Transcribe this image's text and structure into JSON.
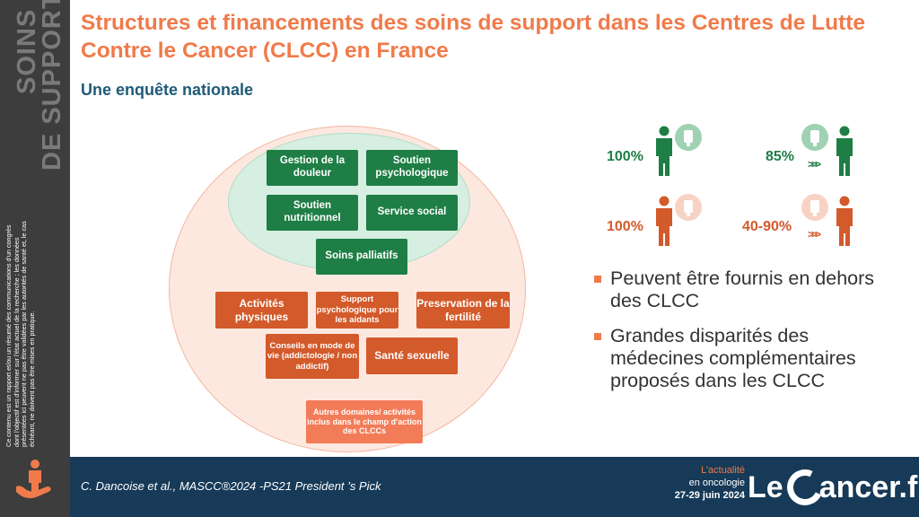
{
  "sidebar": {
    "title_line1": "SOINS",
    "title_line2": "DE SUPPORT",
    "disclaimer": "Ce contenu est un rapport et/ou un résumé des communications d'un congrès dont l'objectif est d'informer sur l'état actuel de la recherche ; les données présentées ici peuvent ne pas être validées par les autorités de santé et, le cas échéant, ne doivent pas être mises en pratique."
  },
  "title": "Structures et financements des soins de support dans les Centres de Lutte Contre le Cancer (CLCC) en France",
  "subtitle": "Une enquête nationale",
  "diagram": {
    "inner_boxes": [
      "Gestion de la douleur",
      "Soutien psychologique",
      "Soutien nutritionnel",
      "Service social",
      "Soins palliatifs"
    ],
    "outer_boxes": [
      "Activités physiques",
      "Support psychologique pour les aidants",
      "Preservation de la fertilité",
      "Conseils en mode de vie (addictologie / non addictif)",
      "Santé sexuelle"
    ],
    "external_box": "Autres domaines/ activités inclus dans le champ d'action des CLCCs"
  },
  "stats": {
    "green_left": "100%",
    "green_right": "85%",
    "orange_left": "100%",
    "orange_right": "40-90%"
  },
  "bullets": [
    "Peuvent être fournis en dehors des CLCC",
    "Grandes disparités des médecines complémentaires proposés dans les CLCC"
  ],
  "footer": {
    "citation": "C. Dancoise et al., MASCC®2024 -PS21 President ’s Pick",
    "actu_line1": "L’actualité",
    "actu_line2": "en oncologie",
    "actu_dates": "27-29 juin 2024",
    "brand_le": "Le",
    "brand_rest": "ancer.fr"
  },
  "colors": {
    "title": "#f07a4a",
    "subtitle": "#1f5a78",
    "green": "#1e7e45",
    "orange": "#d35a2a",
    "footer": "#163a57"
  }
}
